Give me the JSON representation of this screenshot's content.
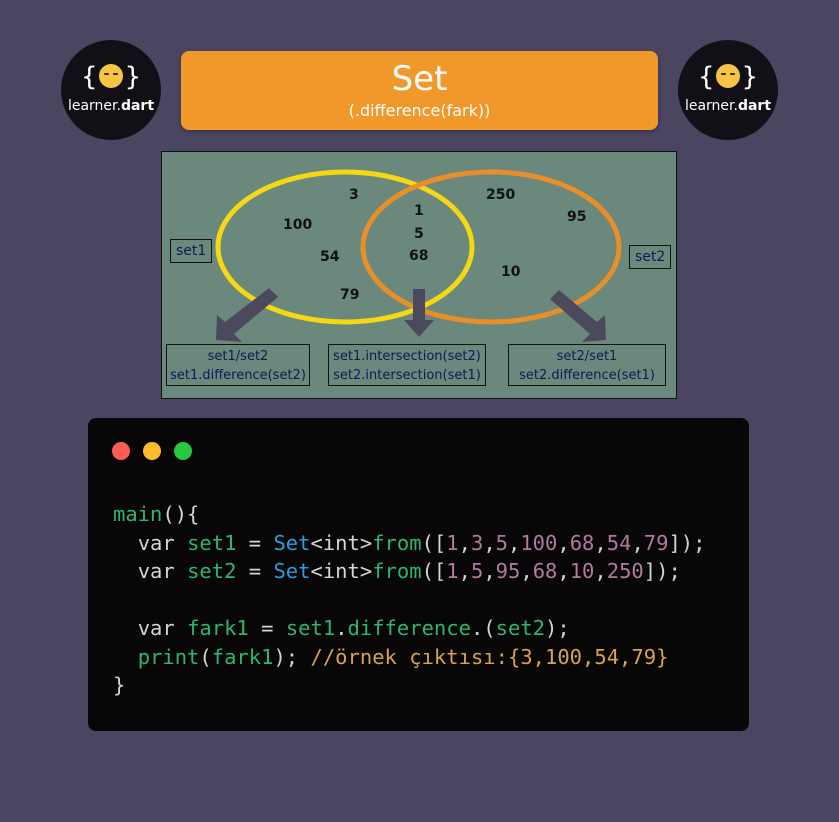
{
  "logo": {
    "brace_open": "{",
    "brace_close": "}",
    "name_plain": "learner.",
    "name_bold": "dart"
  },
  "title": {
    "main": "Set",
    "sub": "(.difference(fark))"
  },
  "diagram": {
    "set1_label": "set1",
    "set2_label": "set2",
    "set1_only": [
      "3",
      "100",
      "54",
      "79"
    ],
    "intersection": [
      "1",
      "5",
      "68"
    ],
    "set2_only": [
      "250",
      "95",
      "10"
    ],
    "ops": {
      "left": [
        "set1/set2",
        "set1.difference(set2)"
      ],
      "middle": [
        "set1.intersection(set2)",
        "set2.intersection(set1)"
      ],
      "right": [
        "set2/set1",
        "set2.difference(set1)"
      ]
    },
    "colors": {
      "set1": "#f5d714",
      "set2": "#e88f2a",
      "arrow": "#4b4a5c"
    }
  },
  "code": {
    "l1": {
      "fn": "main",
      "rest": "(){"
    },
    "l2": {
      "kw": "var",
      "name": "set1",
      "eq": " = ",
      "cls": "Set",
      "generic": "<int>",
      "method": "from",
      "open": "([",
      "nums": [
        "1",
        "3",
        "5",
        "100",
        "68",
        "54",
        "79"
      ],
      "close": "]);"
    },
    "l3": {
      "kw": "var",
      "name": "set2",
      "eq": " = ",
      "cls": "Set",
      "generic": "<int>",
      "method": "from",
      "open": "([",
      "nums": [
        "1",
        "5",
        "95",
        "68",
        "10",
        "250"
      ],
      "close": "]);"
    },
    "l5": {
      "kw": "var",
      "name": "fark1",
      "eq": " = ",
      "obj": "set1",
      "dot1": ".",
      "method": "difference",
      "dot2": ".(",
      "arg": "set2",
      "close": ");"
    },
    "l6": {
      "fn": "print",
      "open": "(",
      "arg": "fark1",
      "close": ");",
      "comment": "//örnek çıktısı:{3,100,54,79}"
    },
    "l7": {
      "text": "}"
    }
  }
}
